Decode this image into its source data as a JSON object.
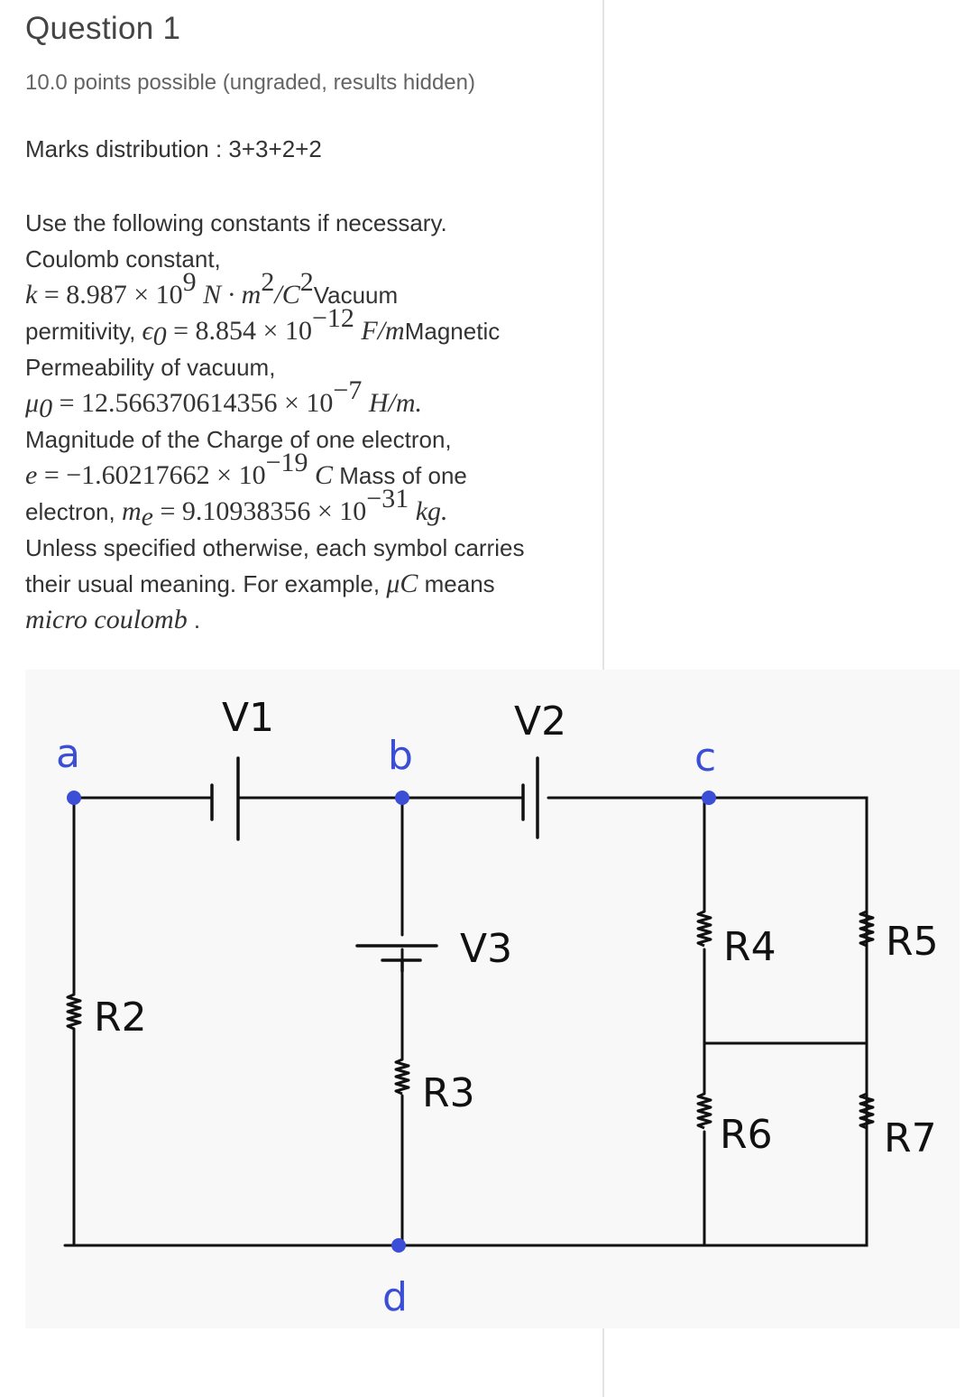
{
  "question": {
    "title": "Question 1",
    "points": "10.0 points possible (ungraded, results hidden)",
    "marks": "Marks distribution : 3+3+2+2"
  },
  "constants": {
    "lines": [
      [
        {
          "t": "Use the following constants if necessary."
        }
      ],
      [
        {
          "t": "Coulomb constant,"
        }
      ],
      [
        {
          "t": "k",
          "m": "i"
        },
        {
          "t": " = 8.987 × 10",
          "m": "r"
        },
        {
          "t": "9",
          "m": "sup"
        },
        {
          "t": " N · m",
          "m": "i"
        },
        {
          "t": "2",
          "m": "sup"
        },
        {
          "t": "/C",
          "m": "i"
        },
        {
          "t": "2",
          "m": "sup"
        },
        {
          "t": "Vacuum"
        }
      ],
      [
        {
          "t": "permitivity, "
        },
        {
          "t": "ϵ",
          "m": "i"
        },
        {
          "t": "0",
          "m": "sub"
        },
        {
          "t": " = 8.854 × 10",
          "m": "r"
        },
        {
          "t": "−12",
          "m": "sup"
        },
        {
          "t": " F/m",
          "m": "i"
        },
        {
          "t": "Magnetic"
        }
      ],
      [
        {
          "t": "Permeability of vacuum,"
        }
      ],
      [
        {
          "t": "μ",
          "m": "i"
        },
        {
          "t": "0",
          "m": "sub"
        },
        {
          "t": " = 12.566370614356 × 10",
          "m": "r"
        },
        {
          "t": "−7",
          "m": "sup"
        },
        {
          "t": " H/m.",
          "m": "i"
        }
      ],
      [
        {
          "t": "Magnitude of the Charge of one electron,"
        }
      ],
      [
        {
          "t": "e",
          "m": "i"
        },
        {
          "t": " = −1.60217662 × 10",
          "m": "r"
        },
        {
          "t": "−19",
          "m": "sup"
        },
        {
          "t": " C",
          "m": "i"
        },
        {
          "t": " Mass of one"
        }
      ],
      [
        {
          "t": "electron, "
        },
        {
          "t": "m",
          "m": "i"
        },
        {
          "t": "e",
          "m": "sub"
        },
        {
          "t": " = 9.10938356 × 10",
          "m": "r"
        },
        {
          "t": "−31",
          "m": "sup"
        },
        {
          "t": " kg.",
          "m": "i"
        }
      ],
      [
        {
          "t": "Unless specified otherwise, each symbol carries"
        }
      ],
      [
        {
          "t": "their usual meaning. For example, "
        },
        {
          "t": "μC",
          "m": "i"
        },
        {
          "t": " means"
        }
      ],
      [
        {
          "t": "micro coulomb",
          "m": "i"
        },
        {
          "t": " ."
        }
      ]
    ]
  },
  "circuit": {
    "node_labels": [
      "a",
      "b",
      "c",
      "d"
    ],
    "source_labels": [
      "V1",
      "V2",
      "V3"
    ],
    "resistor_labels": [
      "R2",
      "R3",
      "R4",
      "R5",
      "R6",
      "R7"
    ],
    "node_color": "#3a4fd6",
    "wire_color": "#111111"
  }
}
